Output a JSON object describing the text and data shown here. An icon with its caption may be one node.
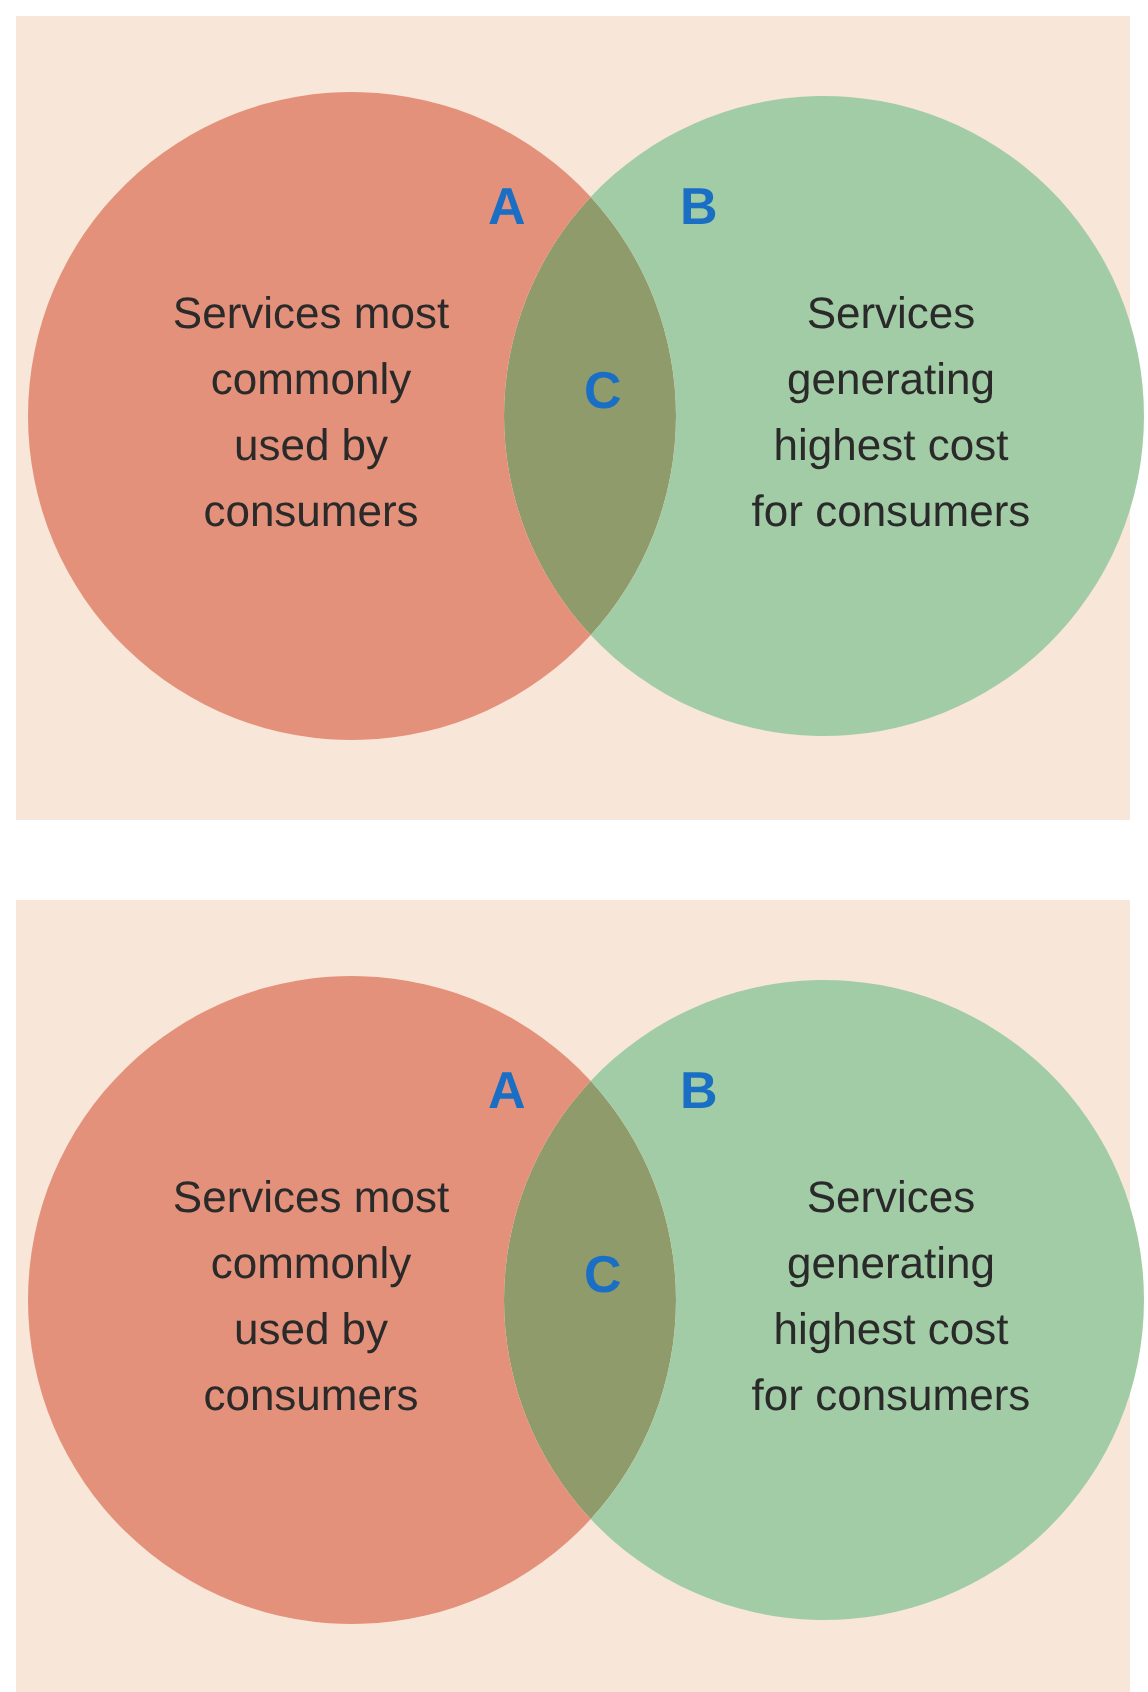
{
  "diagram": {
    "nodes": [
      {
        "text": [
          "Services most commonly used by consumers"
        ]
      },
      {
        "text": [
          "Services generating highest cost for consumers"
        ]
      },
      {
        "text": [
          "Services most commonly used by consumers"
        ]
      },
      {
        "text": [
          "Services generating highest cost for consumers"
        ]
      }
    ],
    "labels": [
      "A",
      "B",
      "C",
      "A",
      "B",
      "C"
    ]
  }
}
